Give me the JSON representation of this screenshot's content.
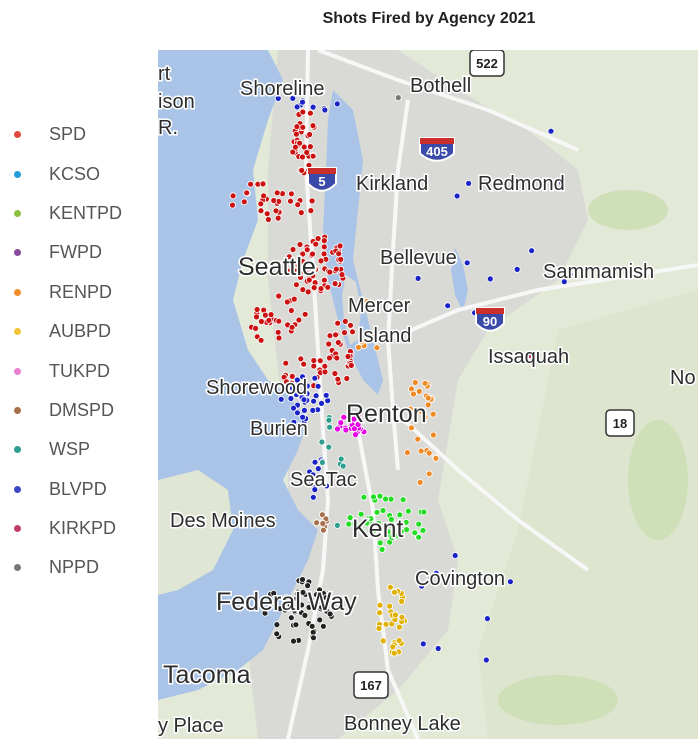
{
  "title": "Shots Fired by Agency 2021",
  "legend": [
    {
      "label": "SPD",
      "color": "#e0483c"
    },
    {
      "label": "KCSO",
      "color": "#1f9fd3"
    },
    {
      "label": "KENTPD",
      "color": "#8cbf3f"
    },
    {
      "label": "FWPD",
      "color": "#8a4a9c"
    },
    {
      "label": "RENPD",
      "color": "#f28b2b"
    },
    {
      "label": "AUBPD",
      "color": "#f2c335"
    },
    {
      "label": "TUKPD",
      "color": "#e87fd0"
    },
    {
      "label": "DMSPD",
      "color": "#a8704a"
    },
    {
      "label": "WSP",
      "color": "#2e9e8f"
    },
    {
      "label": "BLVPD",
      "color": "#3b48c4"
    },
    {
      "label": "KIRKPD",
      "color": "#c23b6b"
    },
    {
      "label": "NPPD",
      "color": "#777777"
    }
  ],
  "map": {
    "places": [
      {
        "name": "Shoreline",
        "size": "medium"
      },
      {
        "name": "Bothell",
        "size": "medium"
      },
      {
        "name": "Kirkland",
        "size": "medium"
      },
      {
        "name": "Redmond",
        "size": "medium"
      },
      {
        "name": "Seattle",
        "size": "large"
      },
      {
        "name": "Bellevue",
        "size": "medium"
      },
      {
        "name": "Sammamish",
        "size": "medium"
      },
      {
        "name": "Mercer",
        "size": "medium"
      },
      {
        "name": "Island",
        "size": "medium"
      },
      {
        "name": "Issaquah",
        "size": "medium"
      },
      {
        "name": "Shorewood",
        "size": "medium"
      },
      {
        "name": "Burien",
        "size": "medium"
      },
      {
        "name": "Renton",
        "size": "large"
      },
      {
        "name": "SeaTac",
        "size": "medium"
      },
      {
        "name": "Des Moines",
        "size": "medium"
      },
      {
        "name": "Kent",
        "size": "large"
      },
      {
        "name": "Covington",
        "size": "medium"
      },
      {
        "name": "Federal Way",
        "size": "large"
      },
      {
        "name": "Tacoma",
        "size": "large"
      },
      {
        "name": "Bonney Lake",
        "size": "medium"
      },
      {
        "name": "rt",
        "size": "medium"
      },
      {
        "name": "ison",
        "size": "medium"
      },
      {
        "name": "R.",
        "size": "medium"
      },
      {
        "name": "No",
        "size": "medium"
      },
      {
        "name": "y Place",
        "size": "medium"
      }
    ],
    "shields": [
      {
        "number": "5",
        "type": "interstate"
      },
      {
        "number": "405",
        "type": "interstate"
      },
      {
        "number": "90",
        "type": "interstate"
      },
      {
        "number": "18",
        "type": "state"
      },
      {
        "number": "167",
        "type": "state"
      },
      {
        "number": "522",
        "type": "state"
      }
    ],
    "colors": {
      "water": "#a9c4e6",
      "land": "#e3e9d7",
      "urban": "#d8d8d8",
      "road": "#f5f5f5"
    }
  }
}
